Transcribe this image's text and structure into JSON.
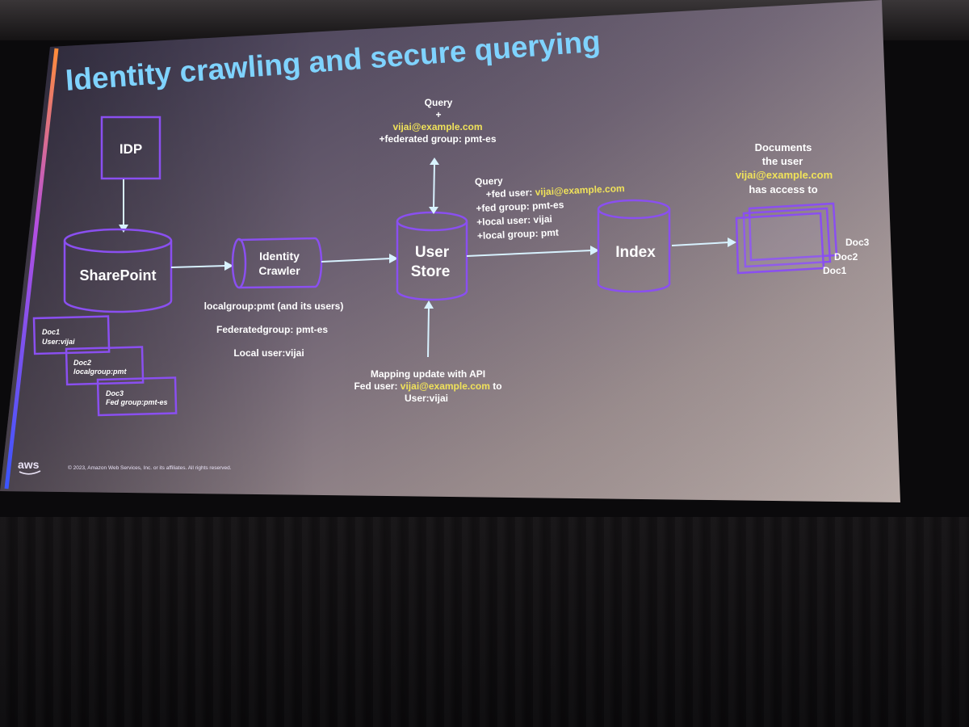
{
  "slide": {
    "title": "Identity crawling and secure querying",
    "copyright": "© 2023, Amazon Web Services, Inc. or its affiliates. All rights reserved.",
    "logo_text": "aws"
  },
  "nodes": {
    "idp": "IDP",
    "sharepoint": "SharePoint",
    "identity_crawler": [
      "Identity",
      "Crawler"
    ],
    "user_store": [
      "User",
      "Store"
    ],
    "index": "Index"
  },
  "sharepoint_docs": [
    {
      "title": "Doc1",
      "detail": "User:vijai"
    },
    {
      "title": "Doc2",
      "detail": "localgroup:pmt"
    },
    {
      "title": "Doc3",
      "detail": "Fed group:pmt-es"
    }
  ],
  "crawler_output": [
    "localgroup:pmt (and its users)",
    "Federatedgroup: pmt-es",
    "Local user:vijai"
  ],
  "top_query": {
    "line1": "Query",
    "line2": "+",
    "email": "vijai@example.com",
    "line4": "+federated group: pmt-es"
  },
  "index_query": {
    "line1": "Query",
    "line2_prefix": "+fed user: ",
    "line2_email": "vijai@example.com",
    "line3": "+fed group: pmt-es",
    "line4": "+local user: vijai",
    "line5": "+local group: pmt"
  },
  "mapping": {
    "line1": "Mapping update with API",
    "line2_prefix": "Fed user: ",
    "line2_email": "vijai@example.com",
    "line2_suffix": " to",
    "line3": "User:vijai"
  },
  "result": {
    "line1": "Documents",
    "line2": "the user",
    "email": "vijai@example.com",
    "line4": "has access to",
    "docs": [
      "Doc3",
      "Doc2",
      "Doc1"
    ]
  },
  "colors": {
    "box_outline": "#8a4ff0",
    "arrow": "#d8f2ff",
    "title": "#7fd3ff",
    "highlight": "#f0e25a"
  }
}
